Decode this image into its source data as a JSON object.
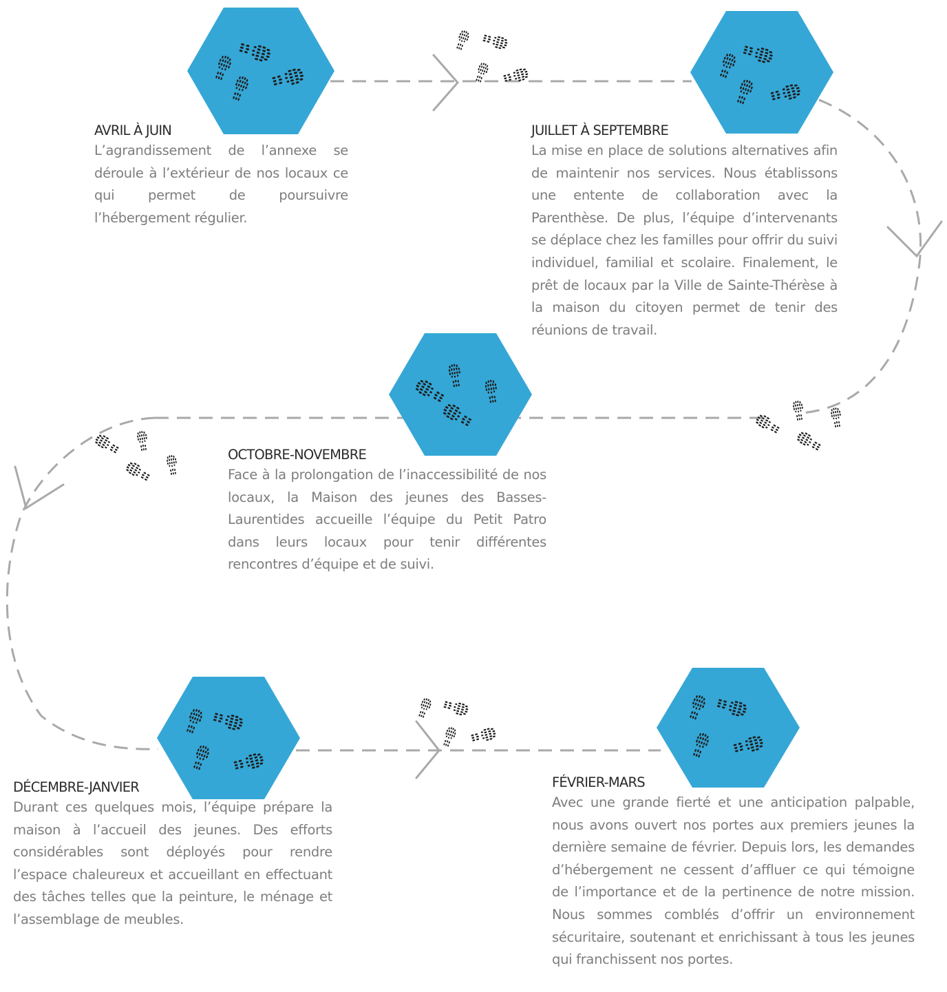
{
  "colors": {
    "hexagon": "#35a7d6",
    "path": "#a9a9a9",
    "footprint": "#1e1e1e",
    "title": "#2b2b2b",
    "text": "#7d7d7d"
  },
  "icons": {
    "stage_marker": "hexagon-footprints-icon",
    "trail": "footprints-icon",
    "direction": "chevron-arrow-icon"
  },
  "stages": [
    {
      "title": "AVRIL À JUIN",
      "text": "L’agrandissement de l’annexe se déroule à l’extérieur de nos locaux ce qui permet de poursuivre l’hébergement régulier."
    },
    {
      "title": "JUILLET À SEPTEMBRE",
      "text": "La mise en place de solutions alternatives afin de maintenir nos services.  Nous établissons une entente de collaboration avec la Parenthèse. De plus, l’équipe d’intervenants se déplace chez les familles pour offrir du suivi individuel, familial et scolaire. Finalement, le prêt de locaux par la Ville de Sainte-Thérèse à la maison du citoyen permet de tenir des réunions de travail."
    },
    {
      "title": "OCTOBRE-NOVEMBRE",
      "text": "Face à la prolongation de l’inaccessibilité de nos locaux, la Maison des jeunes des Basses-Laurentides accueille l’équipe du Petit Patro dans leurs locaux pour tenir différentes rencontres d’équipe et de suivi."
    },
    {
      "title": "DÉCEMBRE-JANVIER",
      "text": "Durant ces quelques mois, l’équipe prépare la maison à l’accueil des jeunes. Des efforts considérables sont déployés pour rendre l’espace chaleureux et accueillant en effectuant des tâches telles que la peinture, le ménage et l’assemblage de meubles."
    },
    {
      "title": "FÉVRIER-MARS",
      "text": "Avec une grande fierté et une anticipation palpable, nous avons ouvert nos portes aux premiers jeunes la dernière semaine de février. Depuis lors, les demandes d’hébergement ne cessent d’affluer ce qui témoigne de l’importance et de la pertinence de notre mission. Nous sommes comblés d’offrir un environnement sécuritaire, soutenant et enrichissant à tous les jeunes qui franchissent nos portes."
    }
  ]
}
